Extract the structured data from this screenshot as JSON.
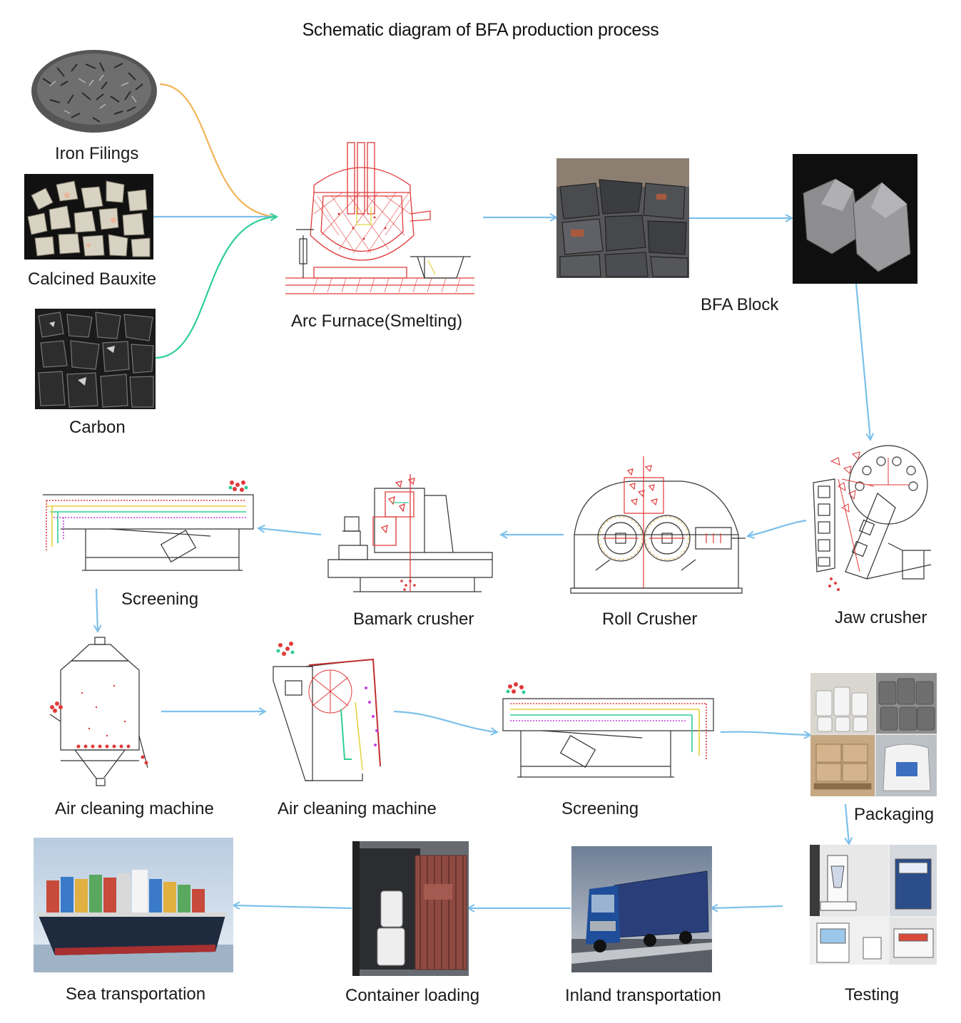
{
  "title": "Schematic diagram of BFA production process",
  "nodes": {
    "iron_filings": "Iron Filings",
    "calcined_bauxite": "Calcined Bauxite",
    "carbon": "Carbon",
    "arc_furnace": "Arc Furnace(Smelting)",
    "bfa_block": "BFA Block",
    "jaw_crusher": "Jaw crusher",
    "roll_crusher": "Roll Crusher",
    "bamark_crusher": "Bamark crusher",
    "screening_1": "Screening",
    "air_cleaning_1": "Air cleaning machine",
    "air_cleaning_2": "Air cleaning machine",
    "screening_2": "Screening",
    "packaging": "Packaging",
    "testing": "Testing",
    "inland_transportation": "Inland transportation",
    "container_loading": "Container loading",
    "sea_transportation": "Sea transportation"
  },
  "colors": {
    "flow_arrow": "#7cc0ea",
    "iron_line": "#f3b45a",
    "carbon_line": "#2fcf93",
    "drawing_red": "#e03a3a",
    "drawing_dark": "#333333"
  }
}
